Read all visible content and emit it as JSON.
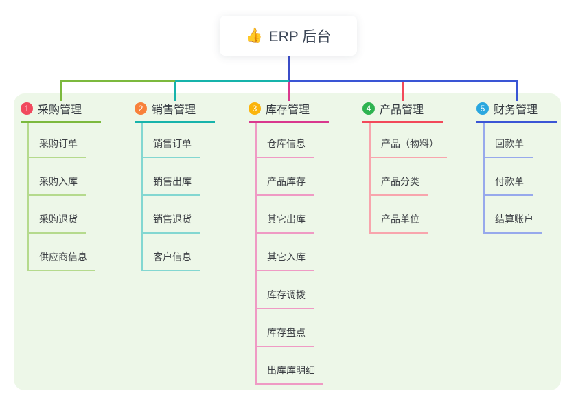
{
  "root": {
    "title": "ERP 后台",
    "icon": "👍"
  },
  "branches": [
    {
      "number": "1",
      "label": "采购管理",
      "badge_color": "#f1495e",
      "line_color": "#7cb93e",
      "light_color": "#b5da8d",
      "items": [
        "采购订单",
        "采购入库",
        "采购退货",
        "供应商信息"
      ]
    },
    {
      "number": "2",
      "label": "销售管理",
      "badge_color": "#f8813b",
      "line_color": "#17b3ab",
      "light_color": "#83d7d1",
      "items": [
        "销售订单",
        "销售出库",
        "销售退货",
        "客户信息"
      ]
    },
    {
      "number": "3",
      "label": "库存管理",
      "badge_color": "#fbb40c",
      "line_color": "#d9388e",
      "light_color": "#ef9ac4",
      "items": [
        "仓库信息",
        "产品库存",
        "其它出库",
        "其它入库",
        "库存调拨",
        "库存盘点",
        "出库库明细"
      ]
    },
    {
      "number": "4",
      "label": "产品管理",
      "badge_color": "#2eb350",
      "line_color": "#f2495a",
      "light_color": "#f8a5ad",
      "items": [
        "产品（物料）",
        "产品分类",
        "产品单位"
      ]
    },
    {
      "number": "5",
      "label": "财务管理",
      "badge_color": "#2aa7df",
      "line_color": "#3a55d5",
      "light_color": "#97a9ec",
      "items": [
        "回款单",
        "付款单",
        "结算账户"
      ]
    }
  ],
  "colors": {
    "panel_bg": "#edf7e8",
    "root_line": "#3b4cc8",
    "card_bg": "#ffffff",
    "title_text": "#3d4757"
  }
}
